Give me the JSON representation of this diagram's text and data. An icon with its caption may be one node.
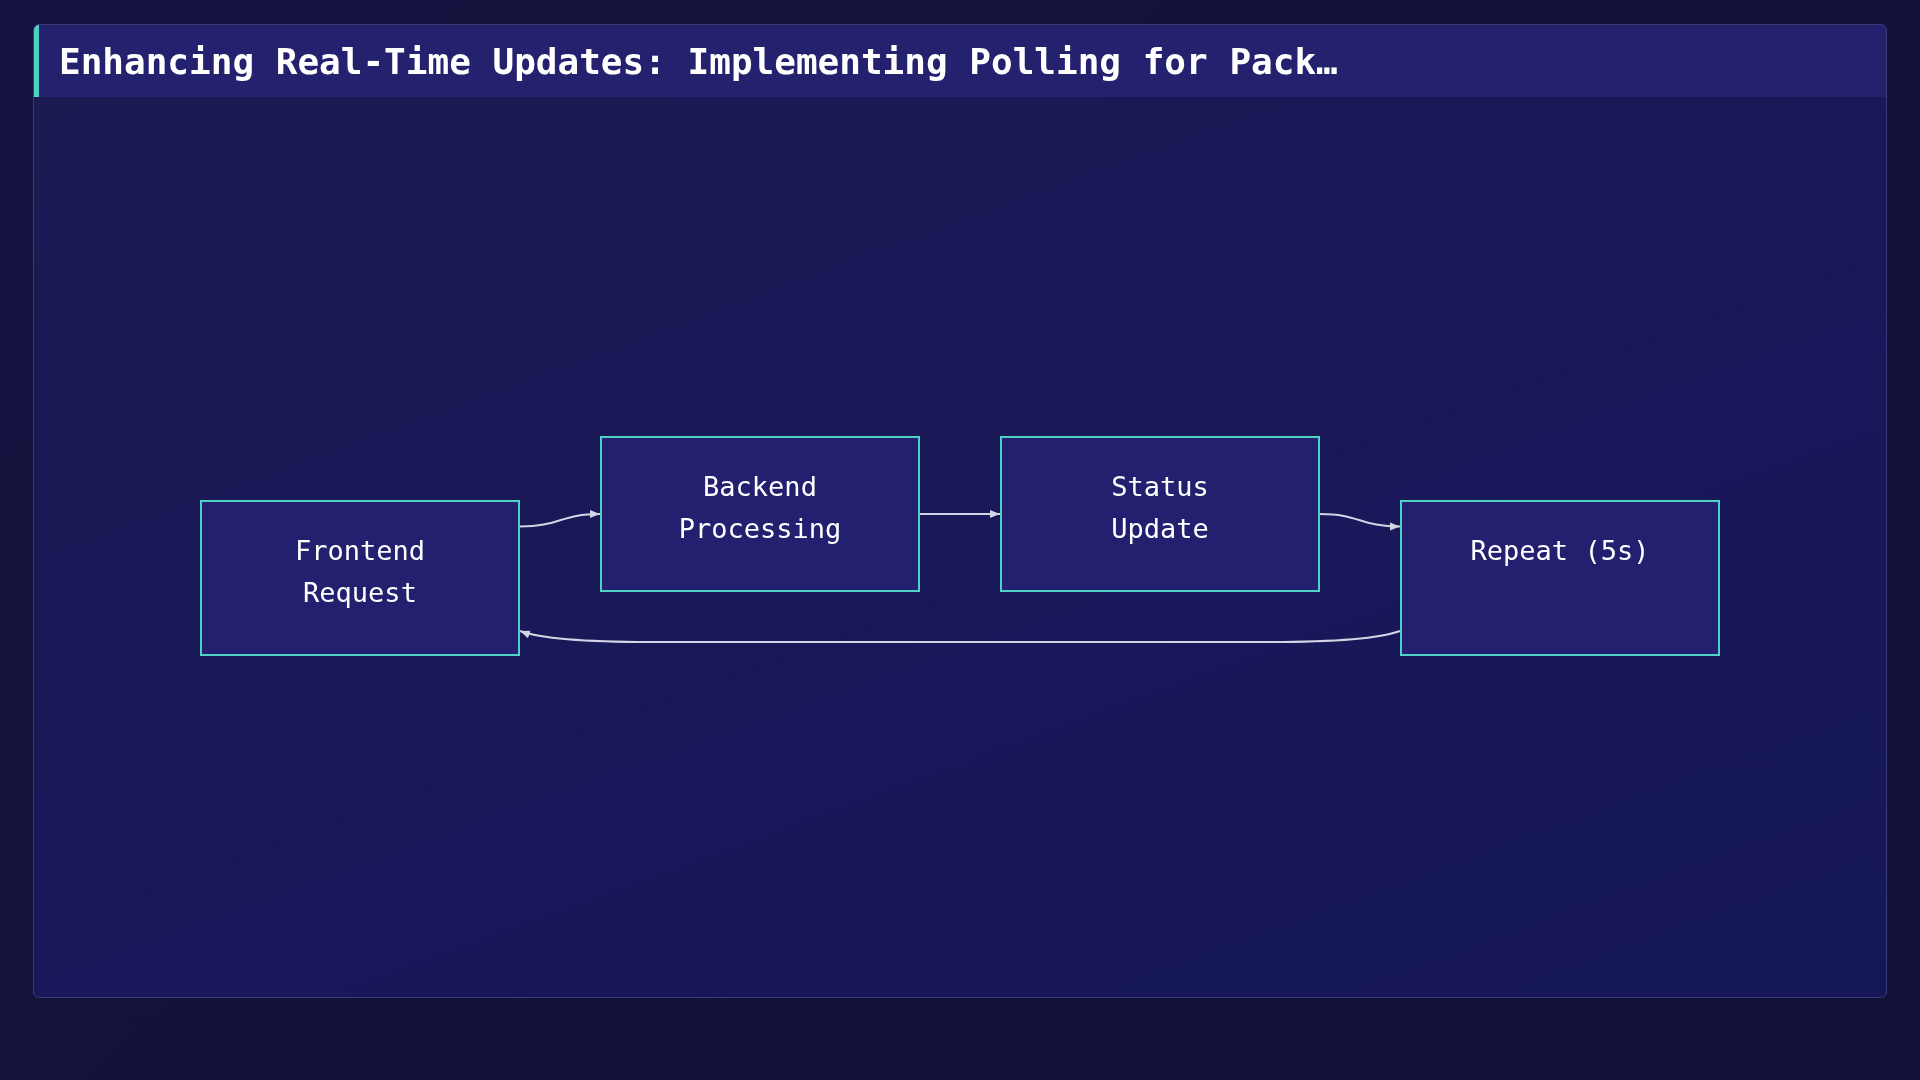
{
  "diagram": {
    "title": "Enhancing Real-Time Updates: Implementing Polling for Pack…",
    "nodes": [
      {
        "text": [
          "Frontend Request"
        ]
      },
      {
        "text": [
          "Backend Processing"
        ]
      },
      {
        "text": [
          "Status Update"
        ]
      },
      {
        "text": [
          "Repeat (5s)"
        ]
      }
    ],
    "edges": [
      {
        "from": 0,
        "to": 1,
        "arrow": "to"
      },
      {
        "from": 1,
        "to": 2,
        "arrow": "to"
      },
      {
        "from": 2,
        "to": 3,
        "arrow": "to"
      },
      {
        "from": 3,
        "to": 0,
        "arrow": "to"
      }
    ]
  }
}
